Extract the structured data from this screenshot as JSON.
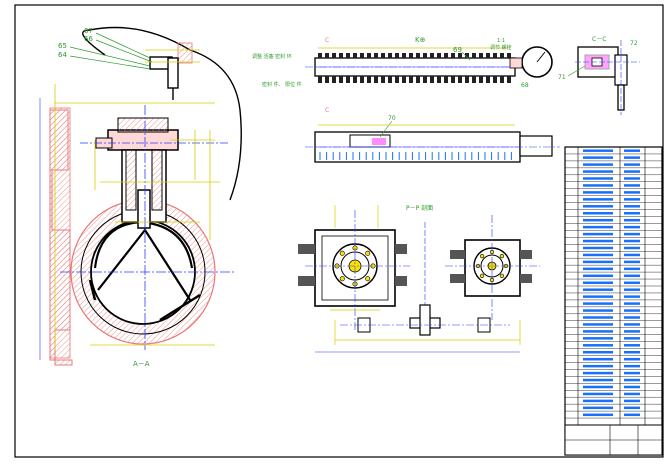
{
  "labels": {
    "callout_67": "67",
    "callout_66": "66",
    "callout_65": "65",
    "callout_64": "64",
    "callout_68": "68",
    "callout_69": "69",
    "callout_70": "70",
    "callout_71": "71",
    "callout_72": "72",
    "view_k": "K⊕",
    "view_cc": "C－C",
    "view_aa": "A－A",
    "view_pp": "P－P 剖面",
    "note_top": "调整 活塞 密封 环 ",
    "note_bottom": "密封 件、 限位 件",
    "note_right": "调节 螺栓",
    "gauge_label": "1:1"
  },
  "colors": {
    "outline": "#000000",
    "dimension": "#d8cc00",
    "centerline": "#2a3cff",
    "hatch": "#e87878",
    "section_fill": "#ffd8d8",
    "highlight_blue": "#1870ff",
    "magenta": "#ff00ff",
    "green_text": "#2d9b2d"
  },
  "title_block": {
    "rows": 40
  }
}
